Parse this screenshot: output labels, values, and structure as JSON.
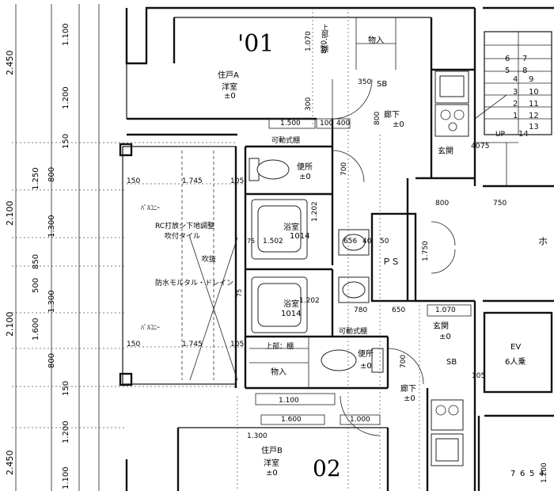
{
  "left_dims_outer": [
    "2.450",
    "2.100",
    "2.100",
    "2.450"
  ],
  "left_dims_inner": [
    "1.100",
    "1.200",
    "150",
    "800",
    "1.250",
    "1.300",
    "850",
    "500",
    "1.300",
    "1.600",
    "800",
    "150",
    "1.200",
    "1.100"
  ],
  "unit_a": {
    "number": "'01",
    "name": "住戸A",
    "room": "洋室",
    "level": "±0"
  },
  "unit_b": {
    "number": "02",
    "name": "住戸B",
    "room": "洋室",
    "level": "±0"
  },
  "top_labels": {
    "d1070": "1.070",
    "d870": "870",
    "shelf": "上部：棚",
    "storage": "物入",
    "sb": "SB",
    "d350": "350",
    "d300": "300",
    "hall": "廊下",
    "hall_lv": "±0",
    "d800": "800",
    "d1500": "1.500",
    "d100": "100",
    "d400": "400",
    "movable": "可動式棚",
    "entrance": "玄関",
    "d40": "40",
    "d75": "75",
    "up": "UP",
    "d650": "650"
  },
  "stairs_numbers": [
    "6",
    "7",
    "5",
    "8",
    "4",
    "9",
    "3",
    "10",
    "2",
    "11",
    "1",
    "12",
    "13",
    "14"
  ],
  "balcony": {
    "label1": "ﾊﾞﾙｺﾆｰ",
    "label2": "ﾊﾞﾙｺﾆｰ",
    "note1": "RC打放シ下地調整",
    "note2": "吹付タイル",
    "drain": "吹抜",
    "waterproof": "防水モルタル・ドレイン",
    "d1745a": "1.745",
    "d1745b": "1.745",
    "d105a": "105",
    "d105b": "105",
    "d150a": "150",
    "d150b": "150",
    "d75": "75"
  },
  "toilet": {
    "label": "便所",
    "level": "±0",
    "d700": "700"
  },
  "bath_a": {
    "label": "浴室",
    "code": "1014",
    "d1202": "1.202",
    "d1502": "1.502",
    "d75": "75"
  },
  "bath_b": {
    "label": "浴室",
    "code": "1014",
    "d1202": "1.202"
  },
  "ps": {
    "label": "ＰＳ",
    "d656": "656",
    "d40": "40",
    "d50": "50",
    "d1750": "1.750"
  },
  "mid": {
    "d800": "800",
    "d750": "750",
    "hall": "ホ",
    "d780": "780",
    "d650": "650",
    "d1070": "1.070",
    "movable": "可動式棚",
    "d1200": "1.200"
  },
  "lower": {
    "shelf": "上部：棚",
    "storage": "物入",
    "toilet": "便所",
    "toilet_lv": "±0",
    "entrance": "玄関",
    "entrance_lv": "±0",
    "sb": "SB",
    "hall": "廊下",
    "hall_lv": "±0",
    "d700": "700",
    "d1100": "1.100",
    "d1600": "1.600",
    "d1000": "1.000",
    "d1300": "1.300",
    "d105": "105"
  },
  "ev": {
    "label": "EV",
    "cap": "6人乗"
  },
  "stairs_bottom": [
    "7",
    "6",
    "5",
    "4"
  ]
}
